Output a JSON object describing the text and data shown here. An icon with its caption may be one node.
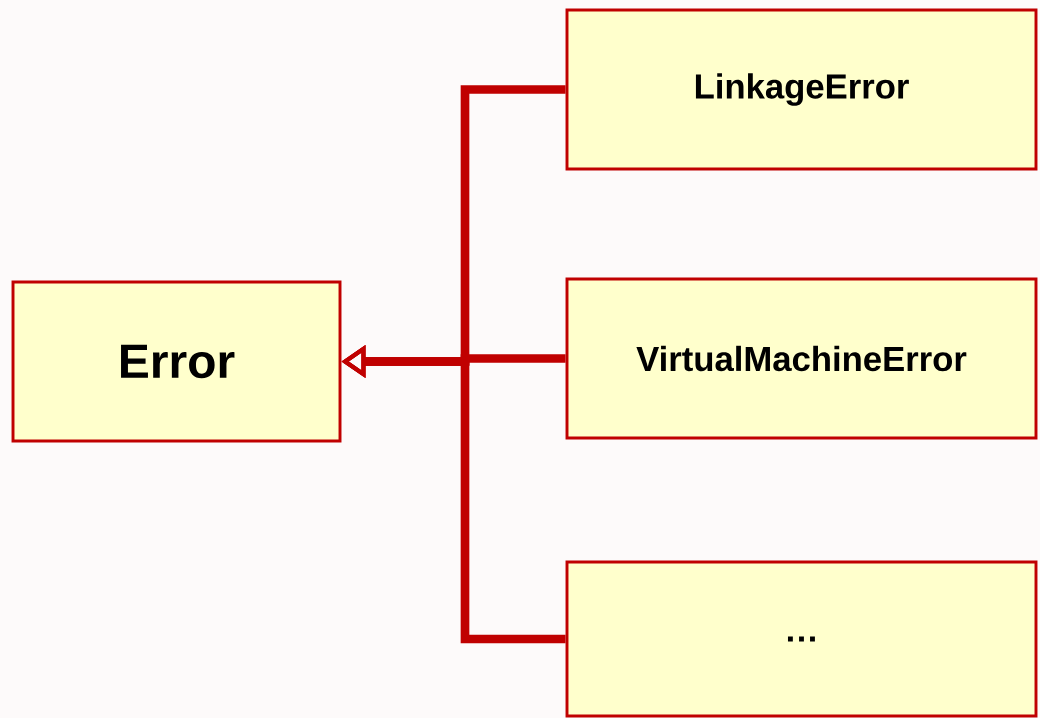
{
  "diagram": {
    "nodes": [
      {
        "text": [
          "Error"
        ]
      },
      {
        "text": [
          "LinkageError"
        ]
      },
      {
        "text": [
          "VirtualMachineError"
        ]
      },
      {
        "text": [
          "…"
        ]
      }
    ],
    "edges": [
      {
        "from": 1,
        "to": 0,
        "arrow": "to"
      },
      {
        "from": 2,
        "to": 0,
        "arrow": "to"
      },
      {
        "from": 3,
        "to": 0,
        "arrow": "to"
      }
    ]
  }
}
